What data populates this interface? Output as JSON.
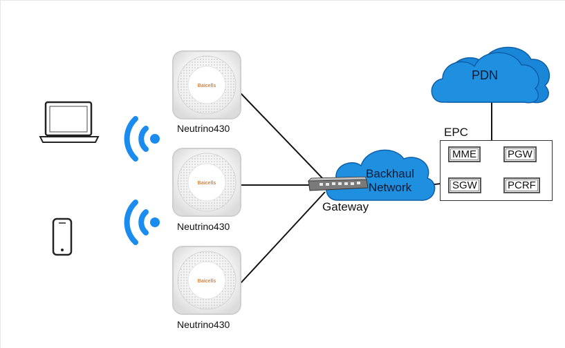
{
  "access_points": [
    {
      "label": "Neutrino430"
    },
    {
      "label": "Neutrino430"
    },
    {
      "label": "Neutrino430"
    }
  ],
  "ap_logo": "Baicells",
  "gateway": {
    "label": "Gateway"
  },
  "backhaul": {
    "line1": "Backhaul",
    "line2": "Network"
  },
  "pdn": {
    "label": "PDN"
  },
  "epc": {
    "label": "EPC",
    "functions": [
      "MME",
      "PGW",
      "SGW",
      "PCRF"
    ]
  },
  "devices": {
    "laptop": "laptop-icon",
    "phone": "smartphone-icon",
    "wifi": "wifi-signal-icon"
  },
  "colors": {
    "cloud": "#1f8fe0",
    "wifi": "#1a8cef",
    "line": "#111111"
  }
}
